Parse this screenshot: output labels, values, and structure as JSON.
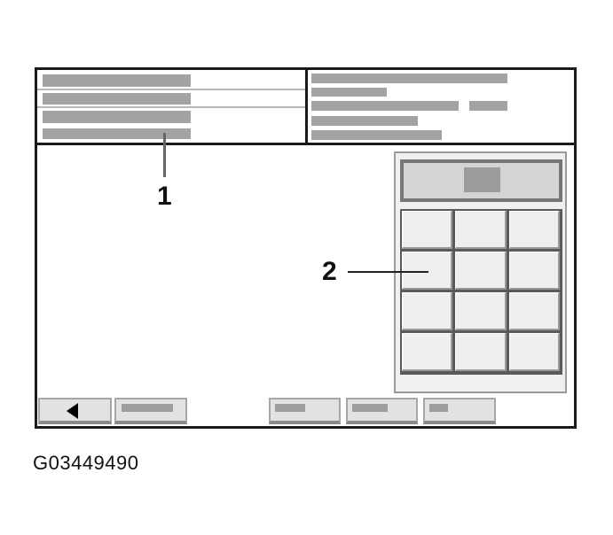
{
  "figure": {
    "id_label": "G03449490",
    "callouts": [
      {
        "number": "1",
        "target": "header info field (left panel, lower line)"
      },
      {
        "number": "2",
        "target": "numeric keypad"
      }
    ]
  },
  "header": {
    "left_panel": {
      "lines": [
        {
          "placeholder": "text-line-1"
        },
        {
          "placeholder": "text-line-2"
        },
        {
          "placeholder": "text-line-3"
        },
        {
          "placeholder": "text-line-4"
        }
      ]
    },
    "right_panel": {
      "lines": [
        {
          "placeholder": "text-line-1"
        },
        {
          "placeholder": "text-line-2"
        },
        {
          "placeholder": "text-line-3a",
          "extra": "text-line-3b"
        },
        {
          "placeholder": "text-line-4"
        },
        {
          "placeholder": "text-line-5"
        }
      ]
    }
  },
  "keypad": {
    "display": {
      "value": ""
    },
    "rows": 4,
    "cols": 3,
    "keys": [
      "",
      "",
      "",
      "",
      "",
      "",
      "",
      "",
      "",
      "",
      "",
      ""
    ]
  },
  "toolbar": {
    "buttons": [
      {
        "name": "back",
        "icon": "left-triangle-icon"
      },
      {
        "name": "button-2"
      },
      {
        "name": "button-3"
      },
      {
        "name": "button-4"
      },
      {
        "name": "button-5"
      }
    ]
  },
  "colors": {
    "frame": "#1a1a1a",
    "placeholder_bar": "#a3a3a3",
    "keypad_panel": "#f0f0f0",
    "key_face": "#efefef",
    "display": "#d4d4d4",
    "button_face": "#e2e2e2"
  }
}
